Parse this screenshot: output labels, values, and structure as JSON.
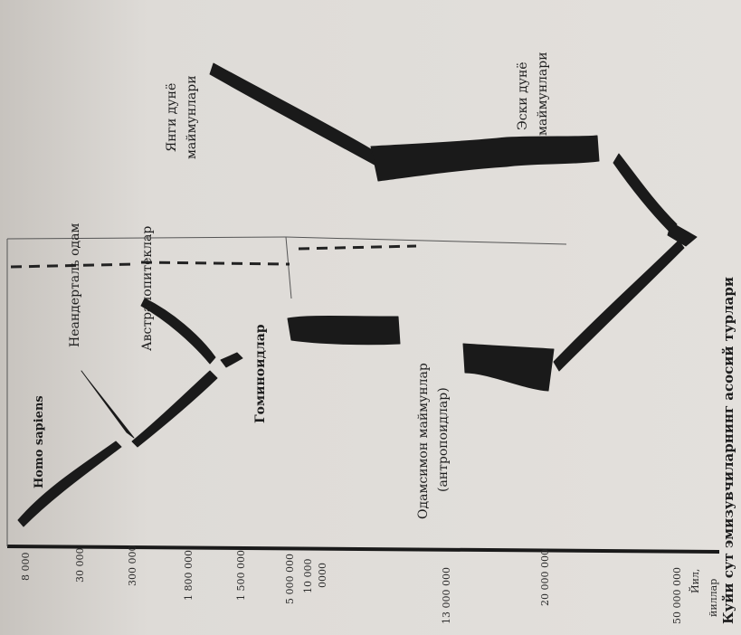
{
  "title": "Куйи сут эмизувчиларнинг асосий турлари",
  "axis": {
    "unit_label_line1": "Йил,",
    "unit_label_line2": "йиллар",
    "ticks": [
      "8 000",
      "30 000",
      "300 000",
      "1 800 000",
      "1 500 000",
      "5 000 000",
      "10 000",
      "0000",
      "13 000 000",
      "20 000 000",
      "50 000 000"
    ]
  },
  "labels": {
    "homo_sapiens": "Homo sapiens",
    "neanderthal": "Неандерталь одам",
    "australopithecines": "Австралопитеклар",
    "hominoids": "Гоминоидлар",
    "anthropoids_line1": "Одамсимон маймунлар",
    "anthropoids_line2": "(антропоидлар)",
    "old_world_line1": "Эски дунё",
    "old_world_line2": "маймунлари",
    "new_world_line1": "Янги дунё",
    "new_world_line2": "маймунлари"
  },
  "colors": {
    "paper": "#d9d6d2",
    "ink": "#1a1a1a",
    "text": "#1e1e1e"
  }
}
